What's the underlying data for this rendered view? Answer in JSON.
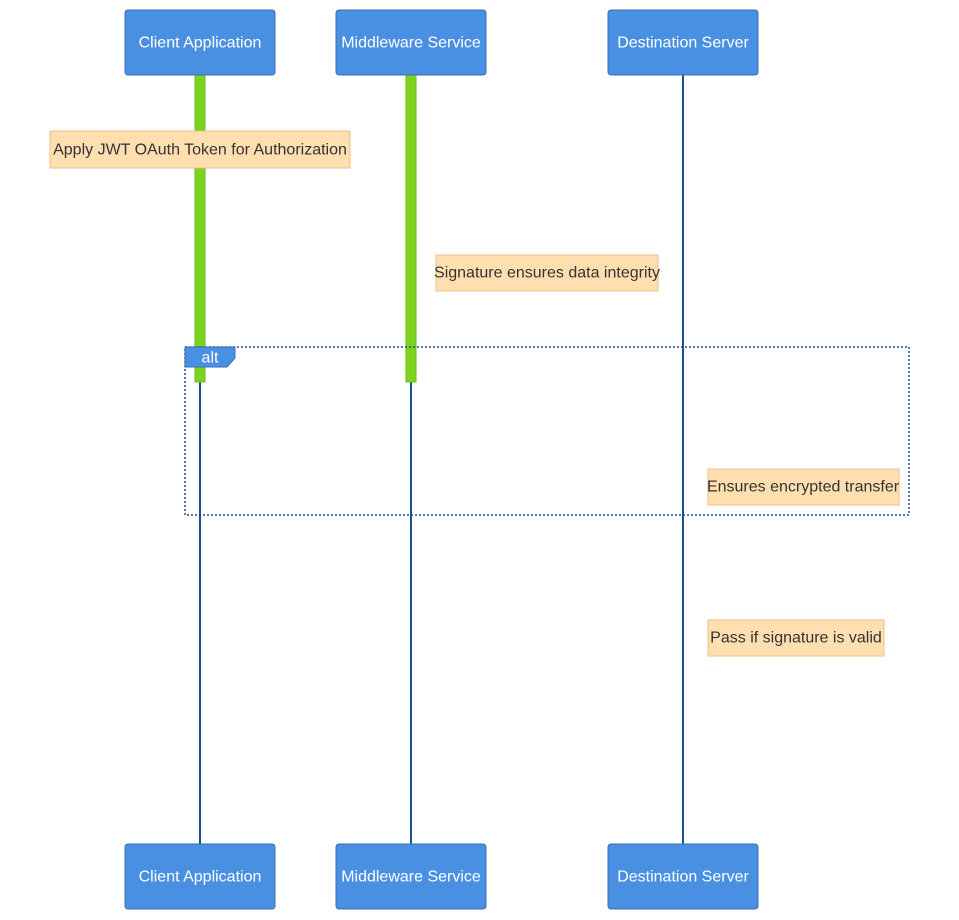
{
  "participants": [
    {
      "id": "client",
      "label": "Client Application"
    },
    {
      "id": "middleware",
      "label": "Middleware Service"
    },
    {
      "id": "destination",
      "label": "Destination Server"
    }
  ],
  "notes": [
    {
      "id": "jwt",
      "label": "Apply JWT OAuth Token for Authorization"
    },
    {
      "id": "signature",
      "label": "Signature ensures data integrity"
    },
    {
      "id": "encrypted",
      "label": "Ensures encrypted transfer"
    },
    {
      "id": "valid",
      "label": "Pass if signature is valid"
    }
  ],
  "fragment": {
    "type": "alt"
  },
  "colors": {
    "actor": "#4a90e2",
    "lifeline": "#1f4e8c",
    "activation": "#7ed321",
    "note": "#ffdfb0"
  }
}
